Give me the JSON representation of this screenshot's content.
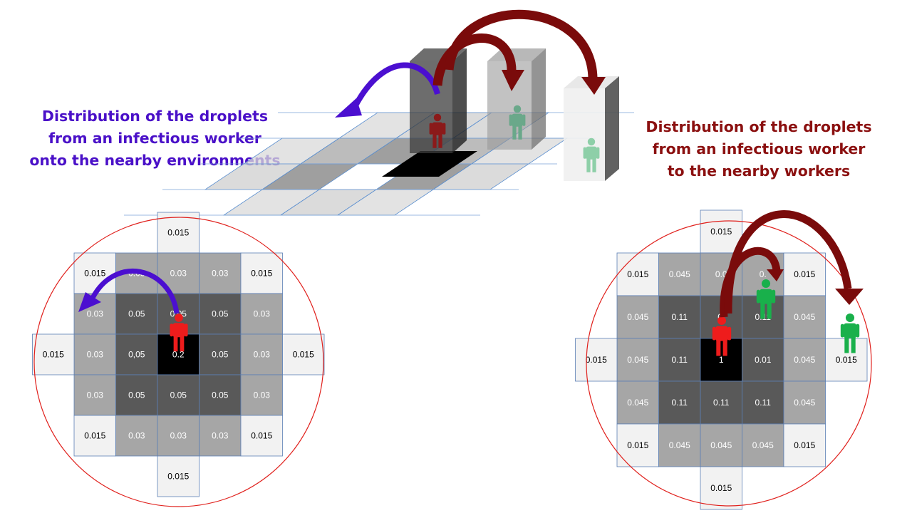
{
  "titles": {
    "left": [
      "Distribution of the droplets",
      "from an infectious worker",
      "onto the nearby environments"
    ],
    "right": [
      "Distribution of the droplets",
      "from an infectious worker",
      "to the nearby workers"
    ]
  },
  "colors": {
    "left_title": "#4a10c8",
    "right_title": "#8b1010",
    "purple_arrow": "#4b0fd0",
    "red_arrow": "#7a0b0b",
    "circle": "#e0201c",
    "infectious_worker": "#ee1c1c",
    "nearby_worker": "#19b04b",
    "cell_black": "#000000",
    "cell_dark": "#595959",
    "cell_mid": "#a6a6a6",
    "cell_light": "#f2f2f2"
  },
  "icons": [
    "infectious-worker-icon",
    "nearby-worker-icon",
    "droplet-arrow-icon"
  ],
  "left_grid": {
    "rows": [
      [
        "",
        "",
        "0.015",
        "",
        ""
      ],
      [
        "0.015",
        "0.03",
        "0.03",
        "0.03",
        "0.015"
      ],
      [
        "0.03",
        "0.05",
        "0.05",
        "0.05",
        "0.03"
      ],
      [
        "0.03",
        "0,05",
        "0.2",
        "0.05",
        "0.03"
      ],
      [
        "0.03",
        "0.05",
        "0.05",
        "0.05",
        "0.03"
      ],
      [
        "0.015",
        "0.03",
        "0.03",
        "0.03",
        "0.015"
      ],
      [
        "",
        "",
        "0.015",
        "",
        ""
      ]
    ],
    "side_cells": [
      "0.015",
      "0.015"
    ]
  },
  "right_grid": {
    "rows": [
      [
        "",
        "",
        "0.015",
        "",
        ""
      ],
      [
        "0.015",
        "0.045",
        "0.0",
        "0.",
        "0.015"
      ],
      [
        "0.045",
        "0.11",
        "0.",
        "0.11",
        "0.045"
      ],
      [
        "0.045",
        "0.11",
        "1",
        "0.01",
        "0.045"
      ],
      [
        "0.045",
        "0.11",
        "0.11",
        "0.11",
        "0.045"
      ],
      [
        "0.015",
        "0.045",
        "0.045",
        "0.045",
        "0.015"
      ],
      [
        "",
        "",
        "0.015",
        "",
        ""
      ]
    ],
    "side_cells": [
      "0.015",
      "0.015"
    ]
  }
}
